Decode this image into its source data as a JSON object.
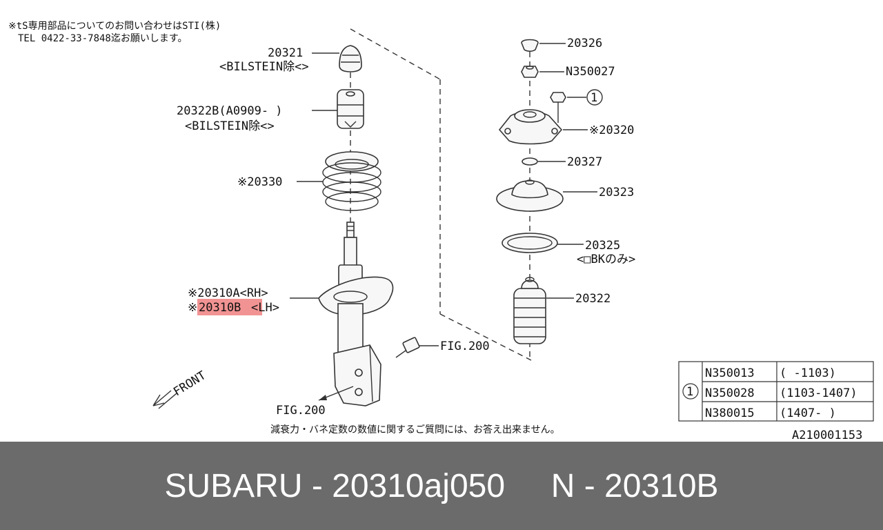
{
  "notes": {
    "top_line1": "※tS専用部品についてのお問い合わせはSTI(株)",
    "top_line2": "TEL 0422-33-7848迄お願いします。",
    "bottom": "減衰力・バネ定数の数値に関するご質問には、お答え出来ません。",
    "front": "FRONT",
    "figure_code": "A210001153"
  },
  "labels": {
    "p20321": "20321",
    "p20321_sub": "<BILSTEIN除<>",
    "p20322b": "20322B(A0909- )",
    "p20322b_sub": "<BILSTEIN除<>",
    "p20330": "※20330",
    "p20310a": "※20310A<RH>",
    "p20310b_mark": "※",
    "p20310b": "20310B",
    "p20310b_side": "<LH>",
    "fig200_bolt": "FIG.200",
    "fig200_knuckle": "FIG.200",
    "p20326": "20326",
    "pN350027": "N350027",
    "p1_callout": "1",
    "p20320": "※20320",
    "p20327": "20327",
    "p20323": "20323",
    "p20325": "20325",
    "p20325_sub": "<□BKのみ>",
    "p20322": "20322"
  },
  "table": {
    "key": "1",
    "rows": [
      {
        "part": "N350013",
        "range": "( -1103)"
      },
      {
        "part": "N350028",
        "range": "(1103-1407)"
      },
      {
        "part": "N380015",
        "range": "(1407- )"
      }
    ]
  },
  "footer": {
    "title": "SUBARU - 20310aj050     N - 20310B"
  },
  "colors": {
    "highlight": "#f08080",
    "footer_bg": "#6b6b6b",
    "footer_text": "#ffffff"
  }
}
